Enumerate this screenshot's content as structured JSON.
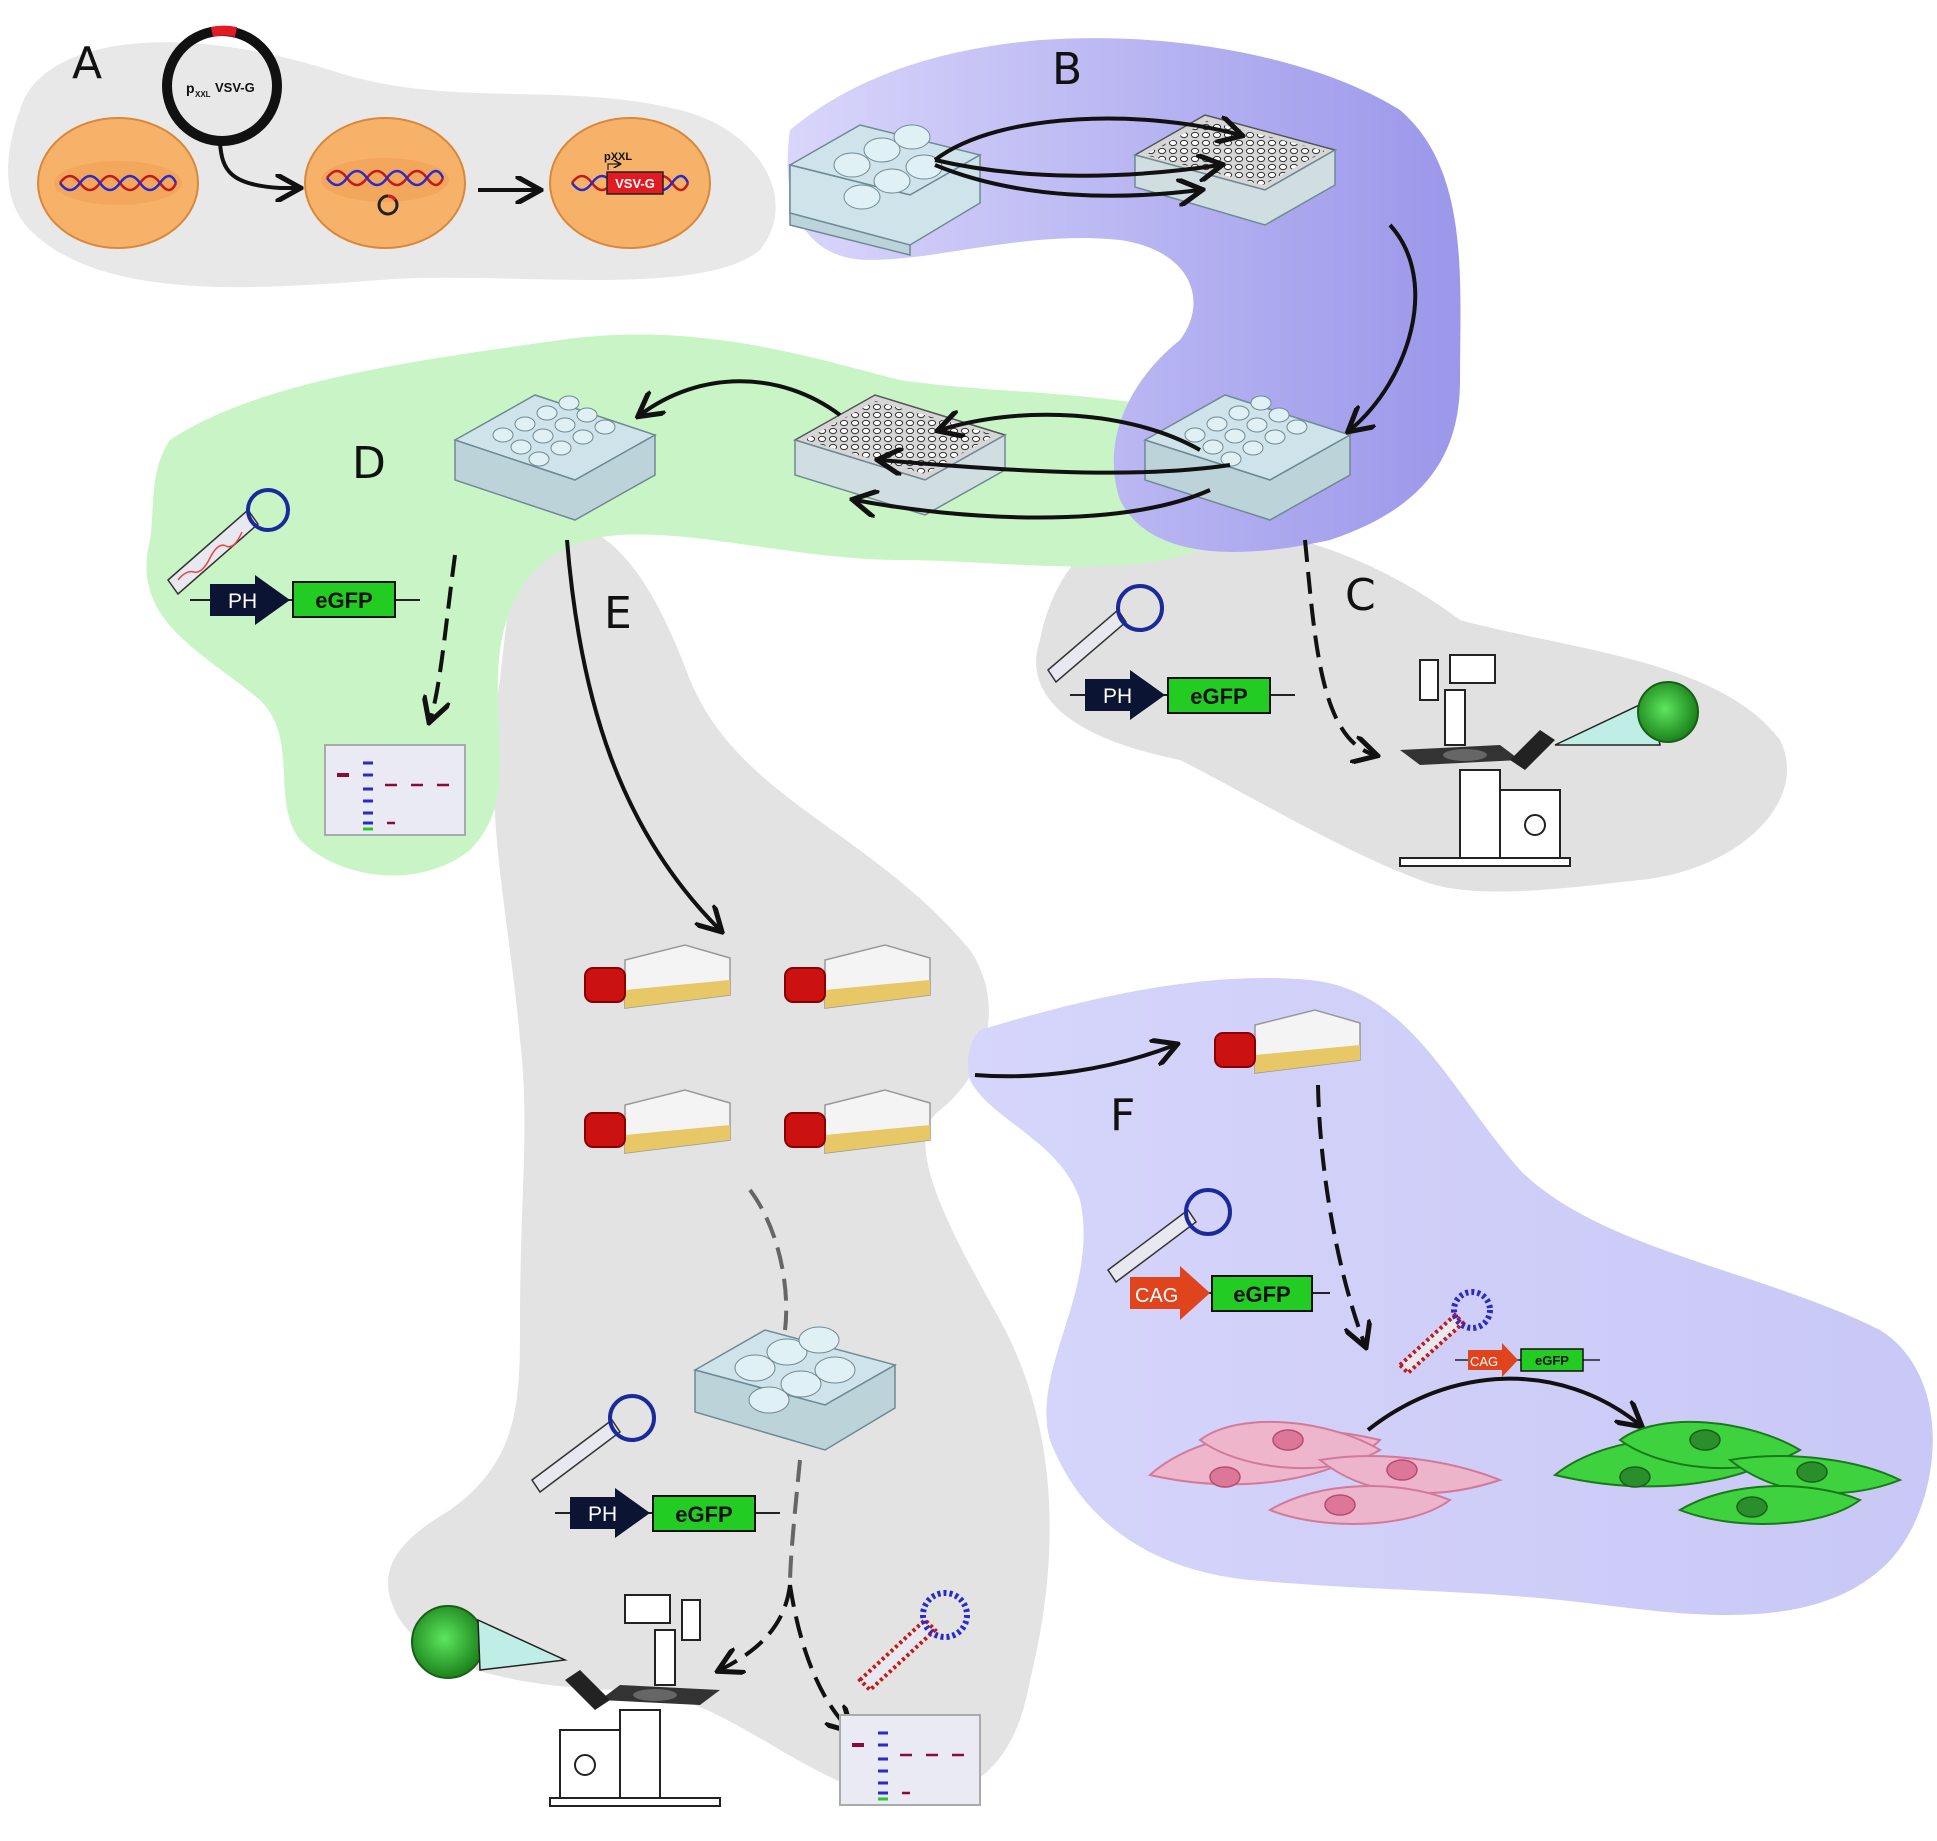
{
  "panels": {
    "A": "A",
    "B": "B",
    "C": "C",
    "D": "D",
    "E": "E",
    "F": "F"
  },
  "plasmid": {
    "name": "VSV-G",
    "promoter_prefix": "p",
    "promoter_sub": "XXL"
  },
  "integrated_cassette": {
    "promoter": "pXXL",
    "gene": "VSV-G"
  },
  "constructs": {
    "ph_promoter": "PH",
    "cag_promoter": "CAG",
    "reporter": "eGFP"
  },
  "colors": {
    "region_a": "#e6e6e6",
    "region_b": "#a8a4ec",
    "region_d": "#c6f5c6",
    "region_e": "#e2e2e2",
    "region_f": "#d4d4fb",
    "cell_fill": "#f7b26a",
    "egfp_box": "#22cc22",
    "ph_arrow": "#0b1433",
    "cag_arrow": "#e0441c",
    "vsvg_box": "#e21a22",
    "flask_cap": "#cc1111",
    "flask_medium": "#e8c766"
  }
}
